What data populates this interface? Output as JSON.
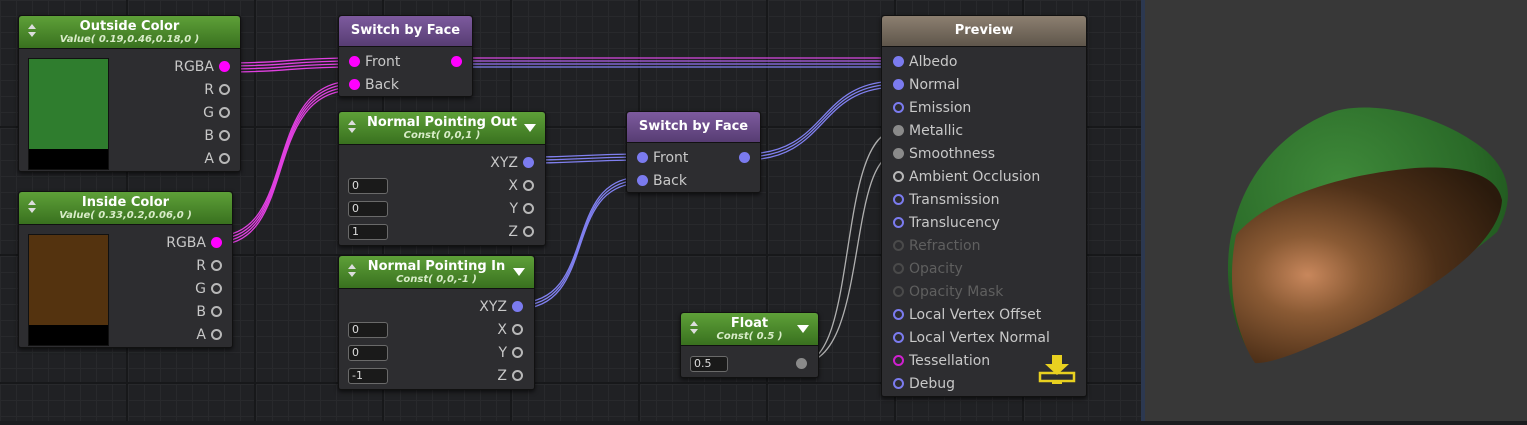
{
  "colors": {
    "wire_rgba": "#e040e0",
    "wire_vec": "#8080f0",
    "wire_float": "#b0b0b0",
    "outside_swatch": "#2f7d2e",
    "inside_swatch": "#54330f"
  },
  "outside_color": {
    "title": "Outside Color",
    "subtitle": "Value( 0.19,0.46,0.18,0 )",
    "ports": [
      "RGBA",
      "R",
      "G",
      "B",
      "A"
    ]
  },
  "inside_color": {
    "title": "Inside Color",
    "subtitle": "Value( 0.33,0.2,0.06,0 )",
    "ports": [
      "RGBA",
      "R",
      "G",
      "B",
      "A"
    ]
  },
  "switch1": {
    "title": "Switch by Face",
    "front": "Front",
    "back": "Back"
  },
  "switch2": {
    "title": "Switch by Face",
    "front": "Front",
    "back": "Back"
  },
  "normal_out": {
    "title": "Normal Pointing Out",
    "subtitle": "Const( 0,0,1 )",
    "output": "XYZ",
    "x_label": "X",
    "y_label": "Y",
    "z_label": "Z",
    "x": "0",
    "y": "0",
    "z": "1"
  },
  "normal_in": {
    "title": "Normal Pointing In",
    "subtitle": "Const( 0,0,-1 )",
    "output": "XYZ",
    "x_label": "X",
    "y_label": "Y",
    "z_label": "Z",
    "x": "0",
    "y": "0",
    "z": "-1"
  },
  "float_node": {
    "title": "Float",
    "subtitle": "Const( 0.5 )",
    "value": "0.5"
  },
  "preview": {
    "title": "Preview",
    "inputs": [
      "Albedo",
      "Normal",
      "Emission",
      "Metallic",
      "Smoothness",
      "Ambient Occlusion",
      "Transmission",
      "Translucency",
      "Refraction",
      "Opacity",
      "Opacity Mask",
      "Local Vertex Offset",
      "Local Vertex Normal",
      "Tessellation",
      "Debug"
    ]
  },
  "icons": [
    "updown-arrows-icon",
    "dropdown-arrow-icon",
    "save-download-icon",
    "half-sphere-preview"
  ]
}
